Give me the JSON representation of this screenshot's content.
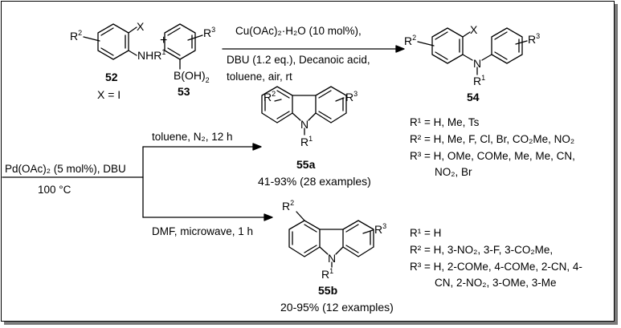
{
  "scheme": {
    "reactant_52": {
      "number": "52",
      "subst_x": "X",
      "subst_r2": "R",
      "sup_r2": "2",
      "amine_pre": "NHR",
      "sup_r1": "1",
      "condition": "X = I"
    },
    "plus_sign": "+",
    "reactant_53": {
      "number": "53",
      "subst_r3": "R",
      "sup_r3": "3",
      "boronic": "B(OH)",
      "sub_2": "2"
    },
    "step1": {
      "cond_line1": "Cu(OAc)₂·H₂O (10 mol%),",
      "cond_line2": "DBU (1.2 eq.), Decanoic acid,",
      "cond_line3": "toluene, air, rt"
    },
    "product_54": {
      "number": "54",
      "subst_x": "X",
      "subst_r2": "R",
      "sup_r2": "2",
      "n_atom": "N",
      "subst_r1": "R",
      "sup_r1": "1",
      "subst_r3": "R",
      "sup_r3": "3",
      "def_r1": "R¹ = H, Me, Ts",
      "def_r2": "R² = H, Me, F, Cl, Br, CO₂Me, NO₂",
      "def_r3_line1": "R³ = H, OMe, COMe, Me, Me, CN,",
      "def_r3_line2": "NO₂, Br"
    },
    "step2": {
      "cond_top": "Pd(OAc)₂ (5 mol%), DBU",
      "cond_bottom": "100 °C",
      "branch_a": "toluene, N₂, 12 h",
      "branch_b": "DMF, microwave, 1 h"
    },
    "product_55a": {
      "number": "55a",
      "subst_r2": "R",
      "sup_r2": "2",
      "subst_r3": "R",
      "sup_r3": "3",
      "n_atom": "N",
      "subst_r1": "R",
      "sup_r1": "1",
      "yield": "41-93% (28 examples)"
    },
    "product_55b": {
      "number": "55b",
      "subst_r2": "R",
      "sup_r2": "2",
      "subst_r3": "R",
      "sup_r3": "3",
      "n_atom": "N",
      "subst_r1": "R",
      "sup_r1": "1",
      "yield": "20-95% (12 examples)",
      "def_r1": "R¹ = H",
      "def_r2": "R² = H, 3-NO₂, 3-F, 3-CO₂Me,",
      "def_r3_line1": "R³ = H, 2-COMe, 4-COMe, 2-CN, 4-",
      "def_r3_line2": "CN, 2-NO₂, 3-OMe, 3-Me"
    }
  }
}
